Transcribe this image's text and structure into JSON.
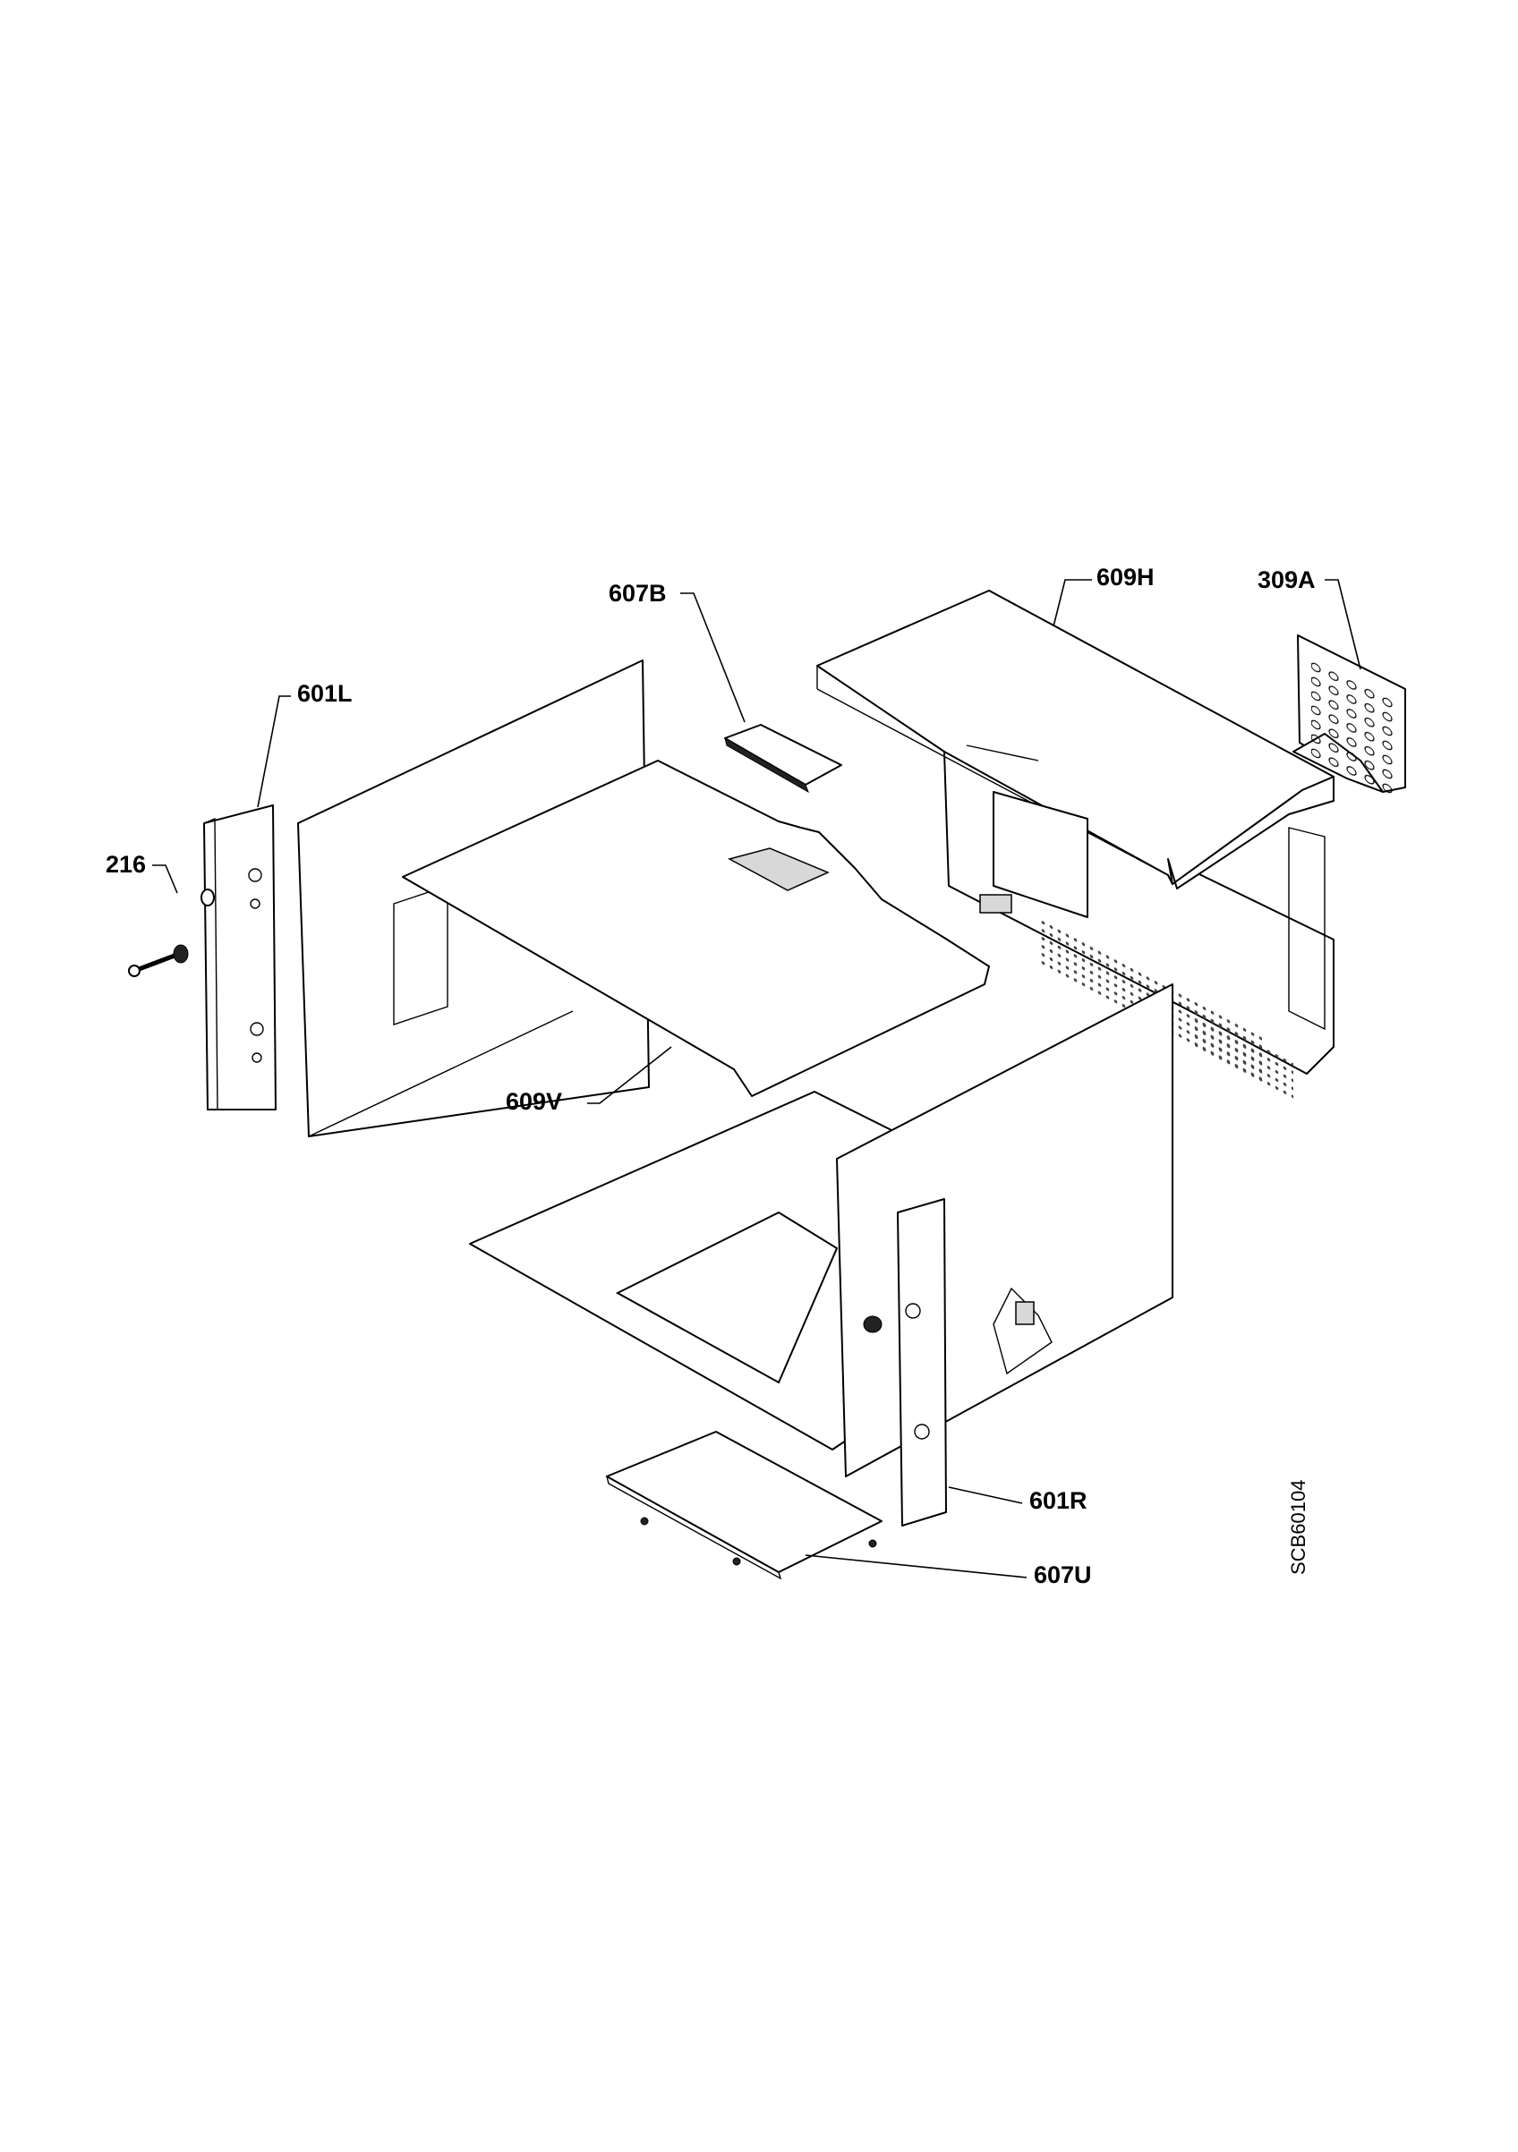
{
  "labels": {
    "p607B": "607B",
    "p609H": "609H",
    "p309A": "309A",
    "p601L": "601L",
    "p216": "216",
    "p609V": "609V",
    "p601R": "601R",
    "p607U": "607U"
  },
  "drawing_code": "SCB60104"
}
